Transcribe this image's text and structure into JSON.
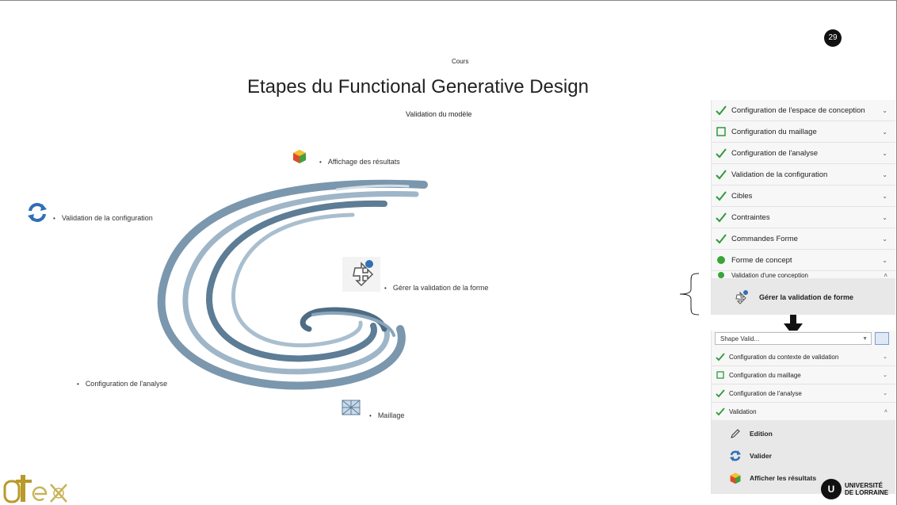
{
  "page_number": "29",
  "section_label": "Cours",
  "title": "Etapes du Functional Generative Design",
  "subtitle": "Validation du modèle",
  "steps": {
    "affichage": "Affichage des résultats",
    "validation_config": "Validation de la configuration",
    "gerer": "Gérer la validation de la forme",
    "config_analyse": "Configuration de l'analyse",
    "maillage": "Maillage"
  },
  "panel_top": {
    "items": [
      {
        "label": "Configuration de l'espace de conception",
        "status": "check"
      },
      {
        "label": "Configuration du maillage",
        "status": "square"
      },
      {
        "label": "Configuration de l'analyse",
        "status": "check"
      },
      {
        "label": "Validation de la configuration",
        "status": "check"
      },
      {
        "label": "Cibles",
        "status": "check"
      },
      {
        "label": "Contraintes",
        "status": "check"
      },
      {
        "label": "Commandes Forme",
        "status": "check"
      },
      {
        "label": "Forme de concept",
        "status": "dot"
      },
      {
        "label": "Validation d'une conception",
        "status": "dot"
      }
    ],
    "sub_item": "Gérer la validation de forme"
  },
  "panel_bottom": {
    "dropdown_value": "Shape Valid...",
    "items": [
      {
        "label": "Configuration du contexte de validation",
        "status": "check"
      },
      {
        "label": "Configuration du maillage",
        "status": "square"
      },
      {
        "label": "Configuration de l'analyse",
        "status": "check"
      },
      {
        "label": "Validation",
        "status": "check"
      }
    ],
    "sub_items": [
      "Edition",
      "Valider",
      "Afficher les résultats"
    ]
  },
  "logos": {
    "universite_line1": "UNIVERSITÉ",
    "universite_line2": "DE LORRAINE",
    "universite_mark": "U"
  },
  "colors": {
    "check_green": "#2e9b3a",
    "dot_green": "#3aa43a",
    "spiral_blue": "#6f8ea8"
  }
}
